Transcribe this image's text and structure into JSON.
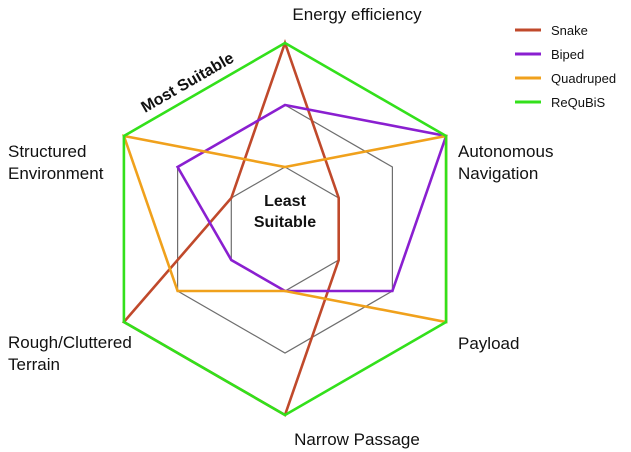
{
  "chart_data": {
    "type": "radar",
    "axes": [
      "Energy efficiency",
      "Autonomous Navigation",
      "Payload",
      "Narrow Passage",
      "Rough/Cluttered Terrain",
      "Structured Environment"
    ],
    "axis_label_lines": [
      [
        "Energy efficiency"
      ],
      [
        "Autonomous",
        "Navigation"
      ],
      [
        "Payload"
      ],
      [
        "Narrow Passage"
      ],
      [
        "Rough/Cluttered",
        "Terrain"
      ],
      [
        "Structured",
        "Environment"
      ]
    ],
    "scale": {
      "min": 0,
      "max": 3,
      "levels": [
        1,
        2,
        3
      ]
    },
    "grid": true,
    "annotations": {
      "outer": "Most Suitable",
      "inner_line1": "Least",
      "inner_line2": "Suitable"
    },
    "legend": {
      "position": "top-right"
    },
    "series": [
      {
        "name": "Snake",
        "color": "#c0492b",
        "values": [
          3,
          1,
          1,
          3,
          3,
          1
        ]
      },
      {
        "name": "Biped",
        "color": "#8a1fd0",
        "values": [
          2,
          3,
          2,
          1,
          1,
          2
        ]
      },
      {
        "name": "Quadruped",
        "color": "#f0a11c",
        "values": [
          1,
          3,
          3,
          1,
          2,
          3
        ]
      },
      {
        "name": "ReQuBiS",
        "color": "#33e01b",
        "values": [
          3,
          3,
          3,
          3,
          3,
          3
        ]
      }
    ]
  }
}
